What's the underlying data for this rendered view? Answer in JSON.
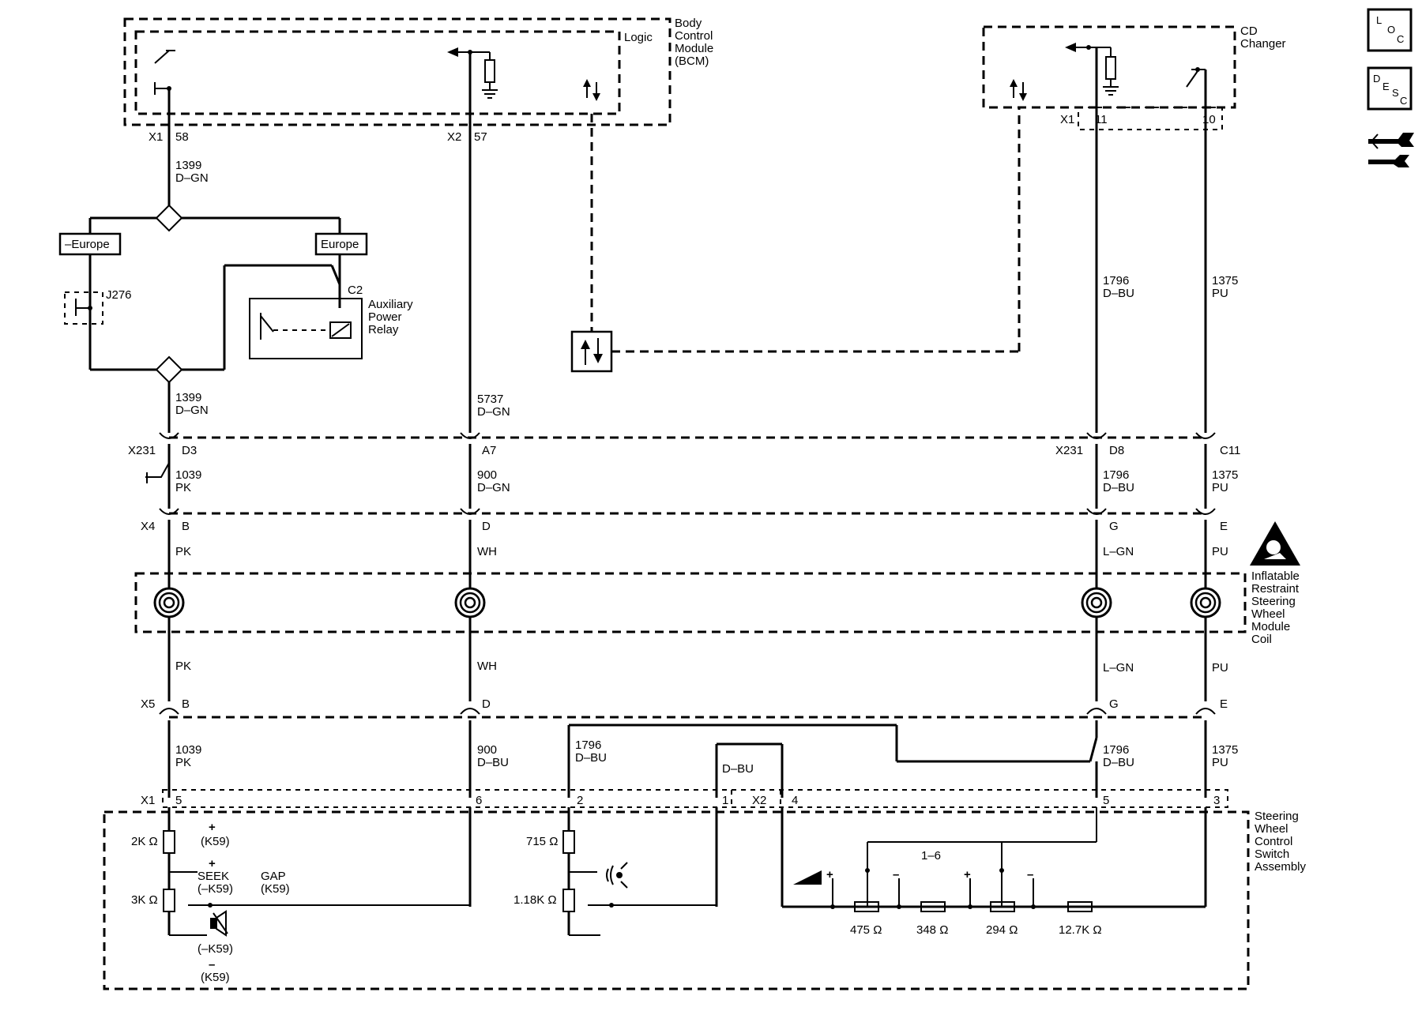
{
  "modules": {
    "bcm": {
      "lines": [
        "Body",
        "Control",
        "Module",
        "(BCM)"
      ],
      "logic": "Logic"
    },
    "cd_changer": {
      "lines": [
        "CD",
        "Changer"
      ]
    },
    "aux_relay": {
      "lines": [
        "Auxiliary",
        "Power",
        "Relay"
      ],
      "pin": "C2"
    },
    "coil": {
      "lines": [
        "Inflatable",
        "Restraint",
        "Steering",
        "Wheel",
        "Module",
        "Coil"
      ]
    },
    "swc": {
      "lines": [
        "Steering",
        "Wheel",
        "Control",
        "Switch",
        "Assembly"
      ]
    }
  },
  "options": {
    "no_europe": "–Europe",
    "europe": "Europe"
  },
  "splice": {
    "j276": "J276"
  },
  "connectors": {
    "bcm_x1": "X1",
    "bcm_x1_pin": "58",
    "bcm_x2": "X2",
    "bcm_x2_pin": "57",
    "cd_x1": "X1",
    "cd_pin_11": "11",
    "cd_pin_10": "10",
    "x231": "X231",
    "x231_d3": "D3",
    "x231_a7": "A7",
    "x231_b": "X231",
    "x231_d8": "D8",
    "x231_c11": "C11",
    "x4": "X4",
    "x4_b": "B",
    "x4_d": "D",
    "x4_g": "G",
    "x4_e": "E",
    "x5": "X5",
    "x5_b": "B",
    "x5_d": "D",
    "x5_g": "G",
    "x5_e": "E",
    "sw_x1": "X1",
    "sw_x1_5": "5",
    "sw_x1_6": "6",
    "sw_x1_2": "2",
    "sw_x1_1": "1",
    "sw_x2": "X2",
    "sw_x2_4": "4",
    "sw_x2_5": "5",
    "sw_x2_3": "3"
  },
  "wires": {
    "w1399_top": {
      "num": "1399",
      "color": "D–GN"
    },
    "w1399_bottom": {
      "num": "1399",
      "color": "D–GN"
    },
    "w5737": {
      "num": "5737",
      "color": "D–GN"
    },
    "w1796_top": {
      "num": "1796",
      "color": "D–BU"
    },
    "w1375_top": {
      "num": "1375",
      "color": "PU"
    },
    "w1039_a": {
      "num": "1039",
      "color": "PK"
    },
    "w900_a": {
      "num": "900",
      "color": "D–GN"
    },
    "w1796_b": {
      "num": "1796",
      "color": "D–BU"
    },
    "w1375_b": {
      "num": "1375",
      "color": "PU"
    },
    "coil_top": [
      "PK",
      "WH",
      "L–GN",
      "PU"
    ],
    "coil_bottom": [
      "PK",
      "WH",
      "L–GN",
      "PU"
    ],
    "w1039_c": {
      "num": "1039",
      "color": "PK"
    },
    "w900_c": {
      "num": "900",
      "color": "D–BU"
    },
    "w1796_c": {
      "num": "1796",
      "color": "D–BU"
    },
    "w1796_d": {
      "num": "1796",
      "color": "D–BU"
    },
    "w1375_c": {
      "num": "1375",
      "color": "PU"
    },
    "dbu_jumper": "D–BU"
  },
  "switch_labels": {
    "r2k": "2K Ω",
    "r3k": "3K Ω",
    "plus_k59": "(K59)",
    "seek": "SEEK",
    "seek_k59": "(–K59)",
    "gap": "GAP",
    "gap_k59": "(K59)",
    "mute_k59": "(–K59)",
    "minus_k59": "(K59)",
    "plus": "+",
    "minus": "–",
    "r715": "715 Ω",
    "r118k": "1.18K Ω",
    "preset": "1–6",
    "r475": "475 Ω",
    "r348": "348 Ω",
    "r294": "294 Ω",
    "r127k": "12.7K Ω"
  },
  "side_icons": {
    "loc": [
      "L",
      "O",
      "C"
    ],
    "desc": [
      "D",
      "E",
      "S",
      "C"
    ],
    "service_icon": "service-wrench-icon"
  }
}
